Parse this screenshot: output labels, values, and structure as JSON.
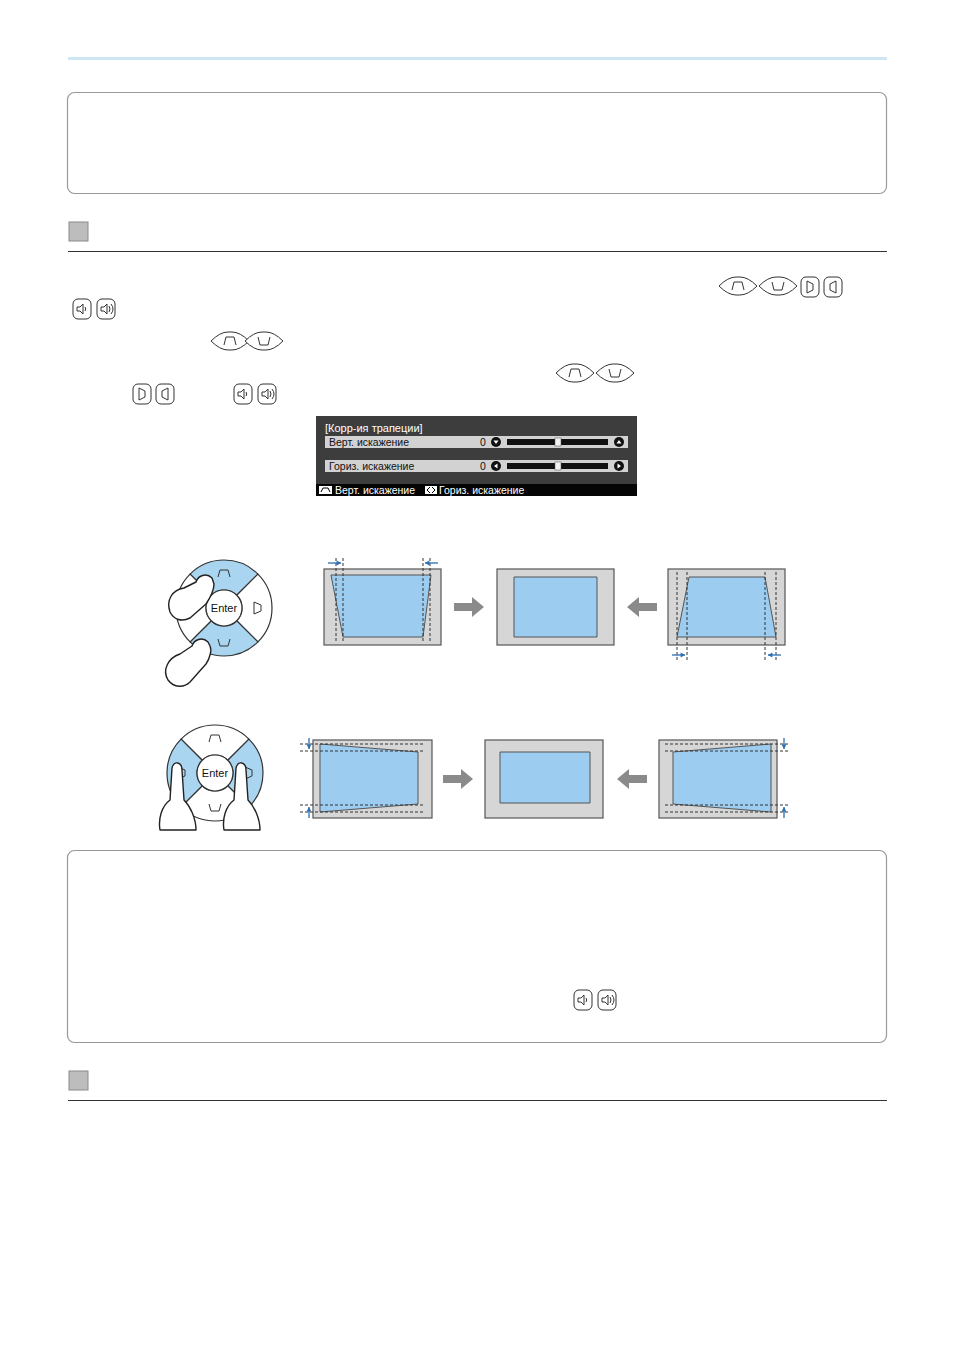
{
  "diagram": {
    "nodes": [
      {
        "text": [
          "[Корр-ия трапеции]"
        ]
      },
      {
        "text": [
          "Верт. искажение",
          "0"
        ],
        "in": 0
      },
      {
        "text": [
          "Гориз. искажение",
          "0"
        ],
        "in": 0
      },
      {
        "text": [
          "Верт. искажение",
          "Гориз. искажение"
        ],
        "in": 0
      },
      {
        "text": [
          "Enter"
        ]
      },
      {
        "text": [
          "Enter"
        ]
      }
    ]
  }
}
